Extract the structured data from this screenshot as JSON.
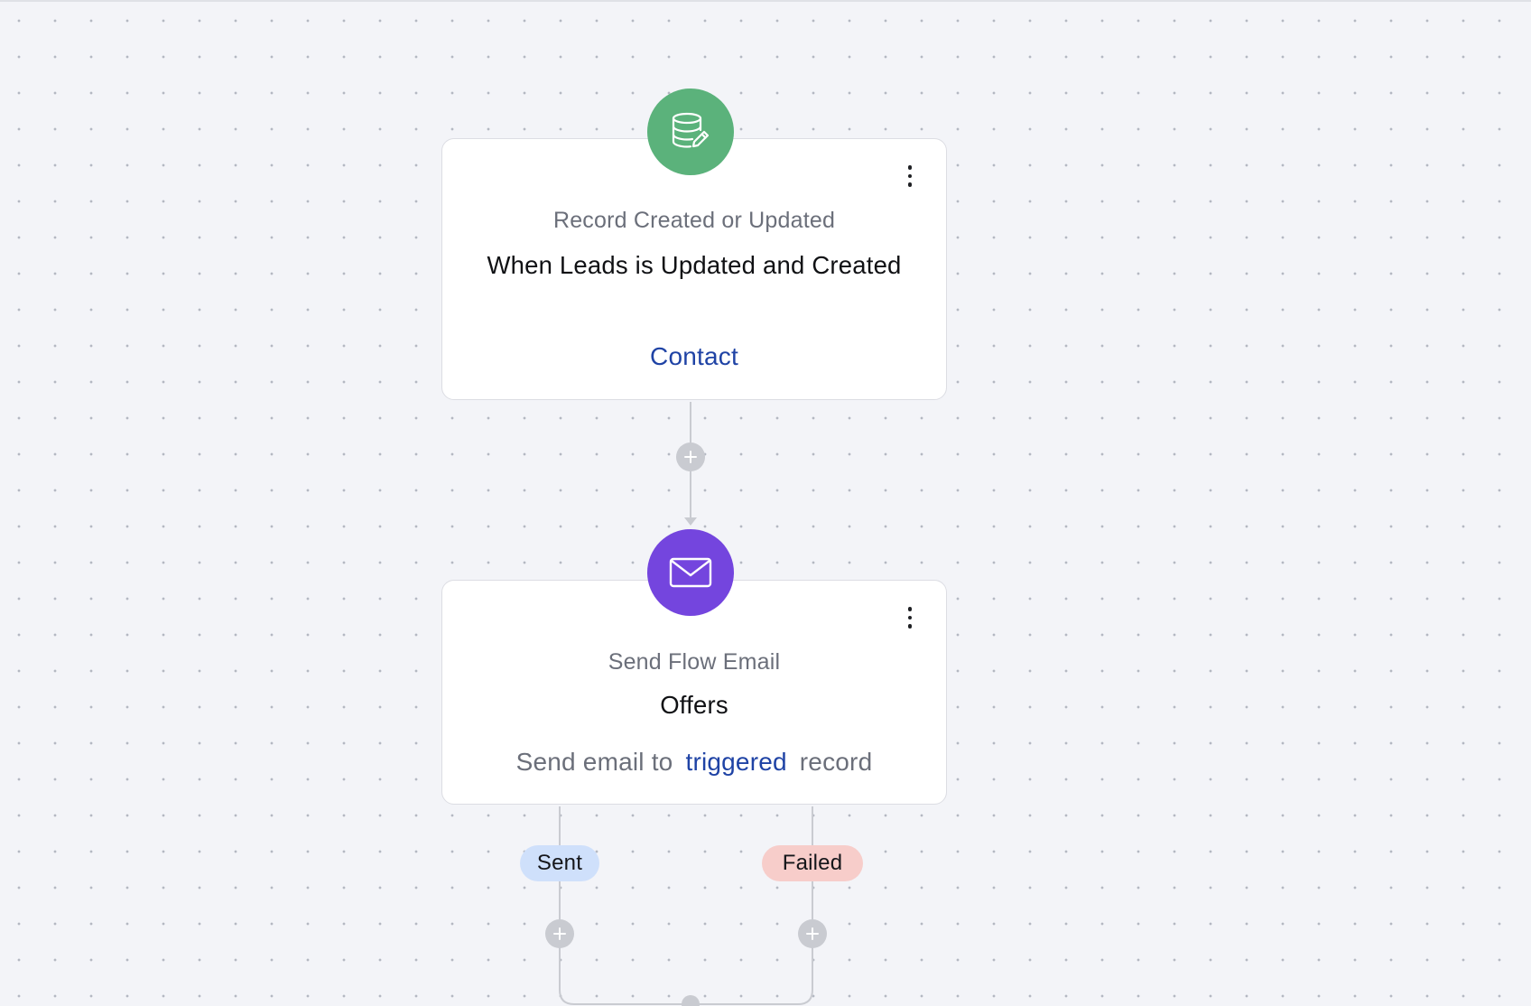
{
  "trigger_node": {
    "icon": "database-edit-icon",
    "icon_color": "#5bb27b",
    "type_label": "Record Created or Updated",
    "title": "When Leads is Updated and Created",
    "link": "Contact"
  },
  "email_node": {
    "icon": "envelope-icon",
    "icon_color": "#7445de",
    "type_label": "Send Flow Email",
    "title": "Offers",
    "sentence_prefix": "Send email to",
    "sentence_link": "triggered",
    "sentence_suffix": "record"
  },
  "branches": {
    "sent_label": "Sent",
    "failed_label": "Failed"
  },
  "colors": {
    "link": "#1f43a5",
    "sent_pill": "#cfe0fb",
    "failed_pill": "#f7cdca",
    "connector": "#c9cbd1",
    "canvas": "#f3f4f8"
  }
}
